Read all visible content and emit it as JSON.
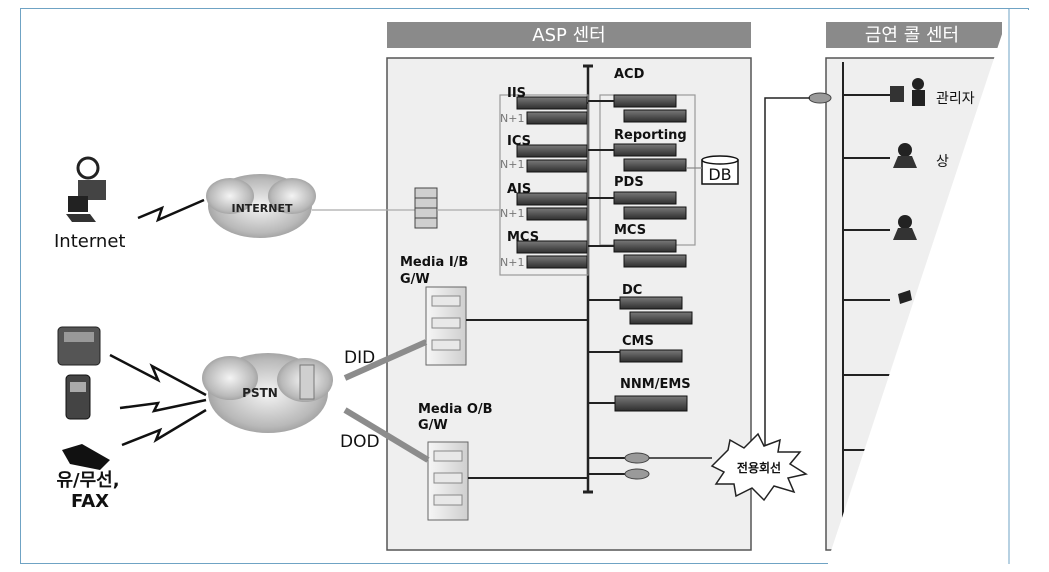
{
  "asp_center": {
    "title": "ASP 센터"
  },
  "call_center": {
    "title": "금연 콜 센터",
    "agents": [
      "관리자",
      "상"
    ]
  },
  "clients": {
    "internet": "Internet",
    "wired_wireless": "유/무선,",
    "fax": "FAX"
  },
  "networks": {
    "internet": "INTERNET",
    "pstn": "PSTN"
  },
  "links": {
    "did": "DID",
    "dod": "DOD",
    "leased_line": "전용회선"
  },
  "gateways": {
    "inbound": {
      "line1": "Media I/B",
      "line2": "G/W"
    },
    "outbound": {
      "line1": "Media O/B",
      "line2": "G/W"
    }
  },
  "left_servers": [
    "IIS",
    "ICS",
    "AIS",
    "MCS"
  ],
  "left_server_tag": "N+1",
  "right_servers": [
    "ACD",
    "Reporting",
    "PDS",
    "MCS",
    "DC",
    "CMS",
    "NNM/EMS"
  ],
  "database": "DB",
  "colors": {
    "title_bar": "#8a8a8a",
    "panel": "#efefef",
    "server": "#4a4a4a",
    "link_gray": "#8c8c8c"
  },
  "icons": [
    "computer-user-icon",
    "telephone-icon",
    "mobile-phone-icon",
    "fax-icon",
    "cloud-icon",
    "firewall-icon",
    "router-icon",
    "operator-icon"
  ]
}
